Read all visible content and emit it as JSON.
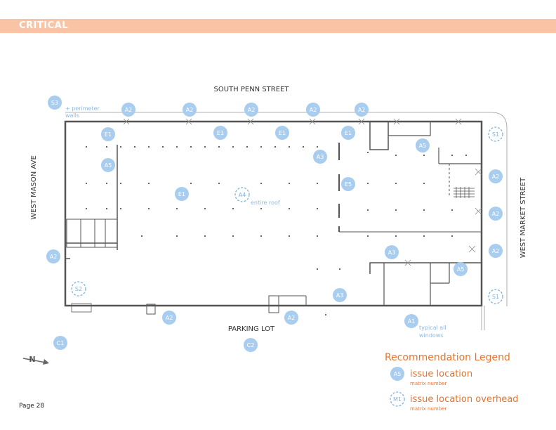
{
  "banner": {
    "label": "CRITICAL"
  },
  "streets": {
    "top": "SOUTH PENN STREET",
    "left": "WEST MASON AVE",
    "right": "WEST MARKET STREET",
    "bottom": "PARKING LOT"
  },
  "compass": "N",
  "notes": {
    "perimeter_line1": "+ perimeter",
    "perimeter_line2": "walls",
    "entire_roof": "entire roof",
    "windows_line1": "typical all",
    "windows_line2": "windows"
  },
  "markers": [
    {
      "label": "S3",
      "style": "solid"
    },
    {
      "label": "A2",
      "style": "solid"
    },
    {
      "label": "A2",
      "style": "solid"
    },
    {
      "label": "A2",
      "style": "solid"
    },
    {
      "label": "A2",
      "style": "solid"
    },
    {
      "label": "A2",
      "style": "solid"
    },
    {
      "label": "E1",
      "style": "solid"
    },
    {
      "label": "E1",
      "style": "solid"
    },
    {
      "label": "E1",
      "style": "solid"
    },
    {
      "label": "E1",
      "style": "solid"
    },
    {
      "label": "S1",
      "style": "dashed"
    },
    {
      "label": "A5",
      "style": "solid"
    },
    {
      "label": "A5",
      "style": "solid"
    },
    {
      "label": "A3",
      "style": "solid"
    },
    {
      "label": "A2",
      "style": "solid"
    },
    {
      "label": "E5",
      "style": "solid"
    },
    {
      "label": "E1",
      "style": "solid"
    },
    {
      "label": "A4",
      "style": "dashed"
    },
    {
      "label": "A2",
      "style": "solid"
    },
    {
      "label": "A2",
      "style": "solid"
    },
    {
      "label": "A3",
      "style": "solid"
    },
    {
      "label": "A2",
      "style": "solid"
    },
    {
      "label": "A5",
      "style": "solid"
    },
    {
      "label": "S2",
      "style": "dashed"
    },
    {
      "label": "A3",
      "style": "solid"
    },
    {
      "label": "S1",
      "style": "dashed"
    },
    {
      "label": "A2",
      "style": "solid"
    },
    {
      "label": "A2",
      "style": "solid"
    },
    {
      "label": "A1",
      "style": "solid"
    },
    {
      "label": "C1",
      "style": "solid"
    },
    {
      "label": "C2",
      "style": "solid"
    }
  ],
  "legend": {
    "title": "Recommendation Legend",
    "items": [
      {
        "marker": "A5",
        "style": "solid",
        "label": "issue location",
        "sub": "matrix number"
      },
      {
        "marker": "M1",
        "style": "dashed",
        "label": "issue location overhead",
        "sub": "matrix number"
      }
    ]
  },
  "page_number": "Page 28",
  "colors": {
    "banner": "#f9c4a6",
    "marker_fill": "#a9cdee",
    "marker_dashed": "#7fb3dd",
    "legend_text": "#e8742e",
    "wall": "#555555"
  }
}
